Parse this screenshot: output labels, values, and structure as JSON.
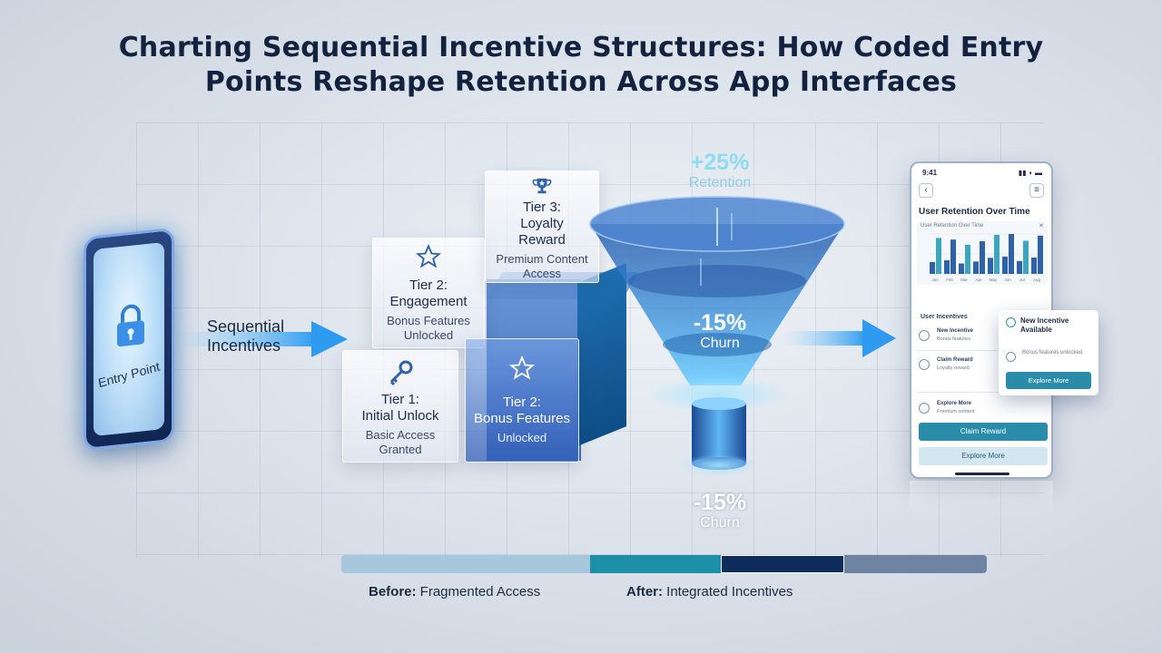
{
  "title": {
    "line1": "Charting Sequential Incentive Structures: How Coded Entry",
    "line2": "Points Reshape Retention Across App Interfaces"
  },
  "entry": {
    "label": "Entry Point",
    "icon": "lock-icon"
  },
  "sequential": {
    "line1": "Sequential",
    "line2": "Incentives"
  },
  "tiers": [
    {
      "title": "Tier 1:",
      "title2": "Initial Unlock",
      "sub1": "Basic Access",
      "sub2": "Granted",
      "icon": "key-icon"
    },
    {
      "title": "Tier 2:",
      "title2": "Engagement",
      "sub1": "Bonus Features",
      "sub2": "Unlocked",
      "icon": "star-icon"
    },
    {
      "title": "Tier 2:",
      "title2": "Bonus Features",
      "sub1": "Unlocked",
      "icon": "star-icon"
    },
    {
      "title": "Tier 3:",
      "title2": "Loyalty",
      "title3": "Reward",
      "sub1": "Premium Content",
      "sub2": "Access",
      "icon": "trophy-icon"
    }
  ],
  "metrics": {
    "retention": {
      "value": "+25%",
      "label": "Retention"
    },
    "churn_mid": {
      "value": "-15%",
      "label": "Churn"
    },
    "churn_bottom": {
      "value": "-15%",
      "label": "Churn"
    }
  },
  "app": {
    "time": "9:41",
    "heading": "User Retention Over Time",
    "chart_subtitle": "User Retention Over Time",
    "chart_bars": [
      {
        "label": "Jan",
        "values": [
          0.48,
          0.9
        ]
      },
      {
        "label": "Feb",
        "values": [
          0.55,
          0.86
        ]
      },
      {
        "label": "Mar",
        "values": [
          0.42,
          0.73
        ]
      },
      {
        "label": "Apr",
        "values": [
          0.5,
          0.82
        ]
      },
      {
        "label": "May",
        "values": [
          0.65,
          0.98
        ]
      },
      {
        "label": "Jun",
        "values": [
          0.7,
          1.0
        ]
      },
      {
        "label": "Jul",
        "values": [
          0.52,
          0.83
        ]
      },
      {
        "label": "Aug",
        "values": [
          0.66,
          0.96
        ]
      }
    ],
    "section_heading": "User Incentives",
    "items": [
      {
        "title": "New Incentive",
        "sub": "Bonus features"
      },
      {
        "title": "Claim Reward",
        "sub": "Loyalty reward"
      },
      {
        "title": "Explore More",
        "sub": "Premium content"
      }
    ],
    "claim_button": "Claim Reward",
    "explore_button": "Explore More",
    "colors": {
      "bar_primary": "#2f62a8",
      "bar_secondary": "#3aa6bf",
      "accent": "#2a8ca8"
    }
  },
  "popup": {
    "title": "New Incentive Available",
    "sub": "Bonus features unlocked",
    "button": "Explore More"
  },
  "bottom": {
    "before_label": "Before:",
    "before_text": " Fragmented Access",
    "after_label": "After:",
    "after_text": " Integrated Incentives",
    "colors": [
      "#a7c7dc",
      "#1d8fa6",
      "#0f2d5c",
      "#6f84a0"
    ]
  }
}
